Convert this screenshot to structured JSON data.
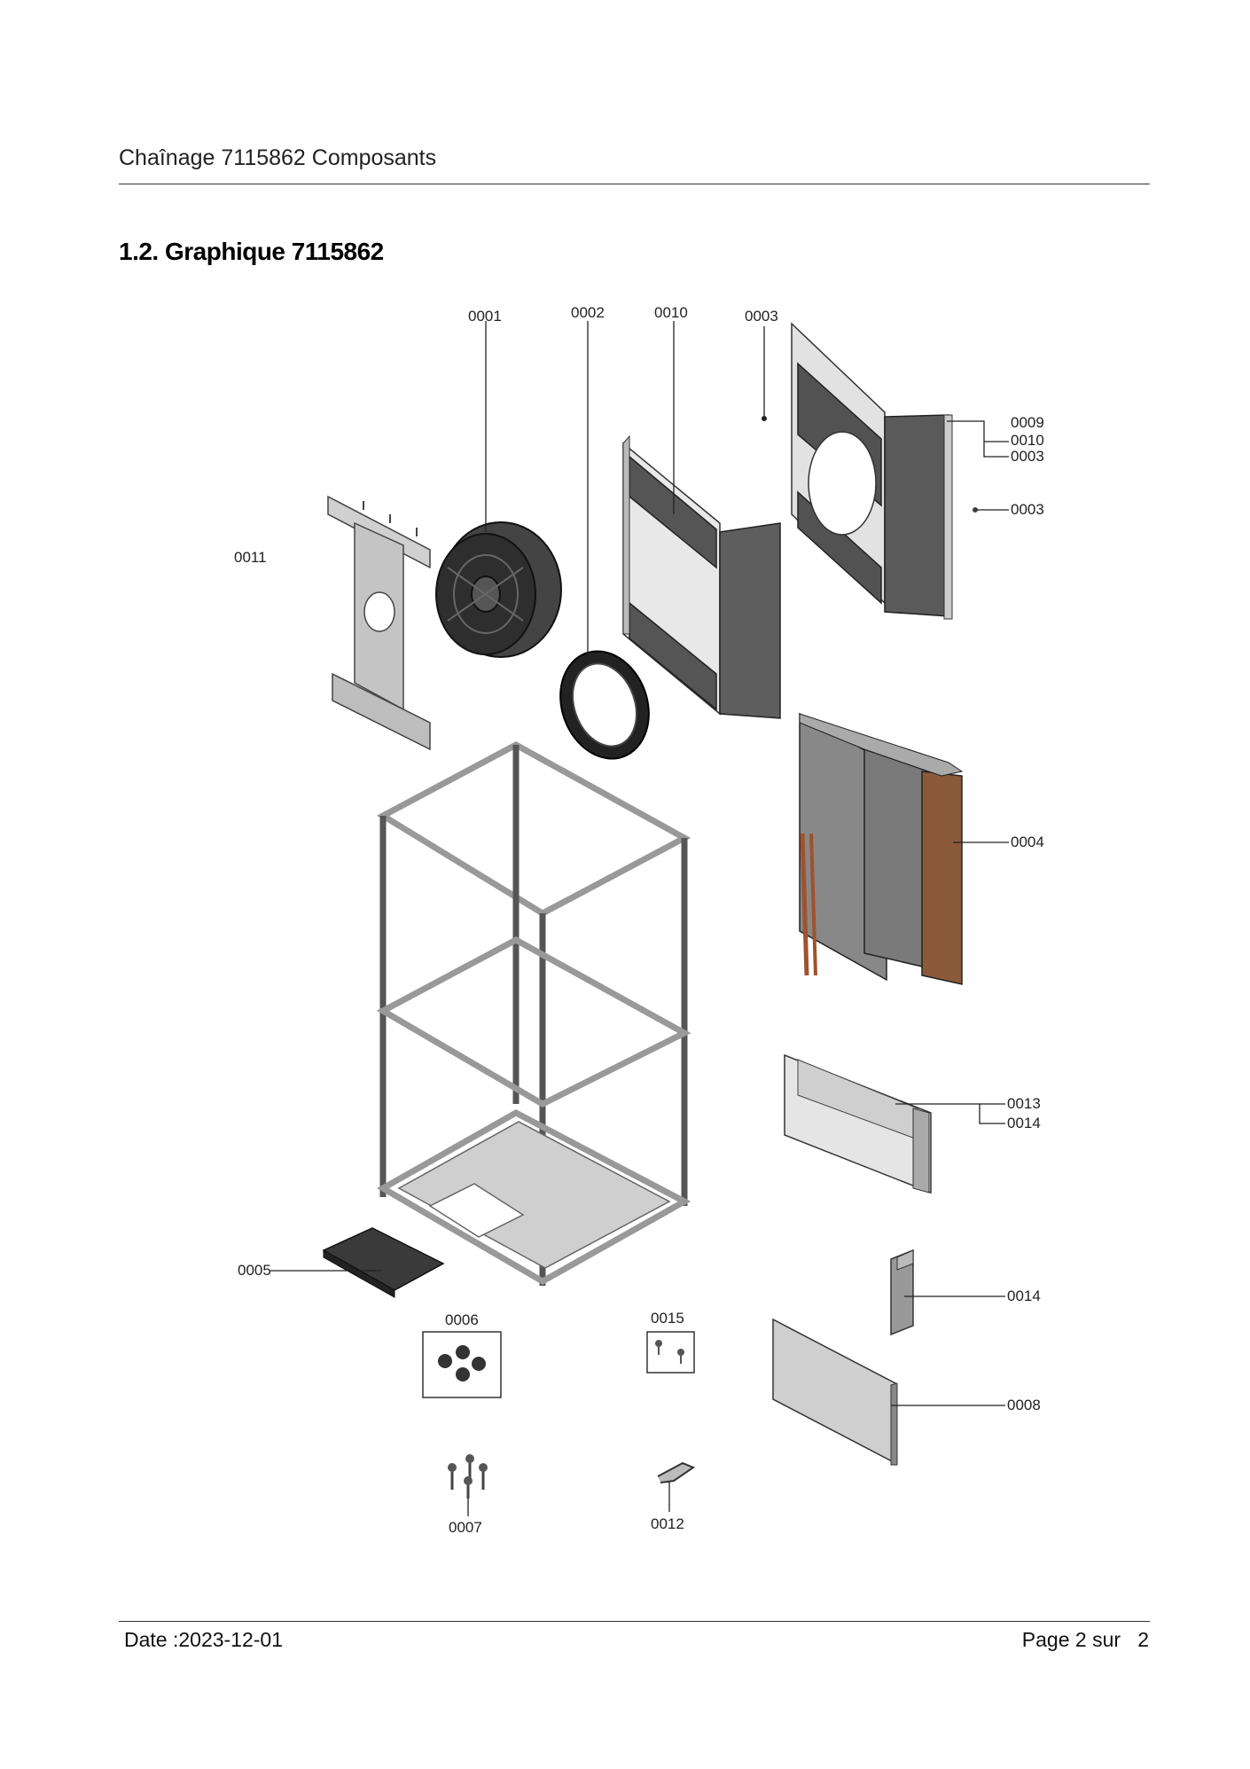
{
  "header": {
    "title": "Chaînage 7115862 Composants"
  },
  "section": {
    "title": "1.2. Graphique 7115862"
  },
  "callouts": {
    "c0001": "0001",
    "c0002": "0002",
    "c0010_top": "0010",
    "c0003_top": "0003",
    "c0009": "0009",
    "c0010_side": "0010",
    "c0003_side": "0003",
    "c0003_screw": "0003",
    "c0011": "0011",
    "c0004": "0004",
    "c0013": "0013",
    "c0014_a": "0014",
    "c0005": "0005",
    "c0006": "0006",
    "c0015": "0015",
    "c0014_b": "0014",
    "c0008": "0008",
    "c0007": "0007",
    "c0012": "0012"
  },
  "footer": {
    "date": "Date :2023-12-01",
    "page": "Page 2 sur   2"
  },
  "colors": {
    "panel_dark": "#555555",
    "metal_light": "#c8c8c8",
    "line": "#333333"
  }
}
